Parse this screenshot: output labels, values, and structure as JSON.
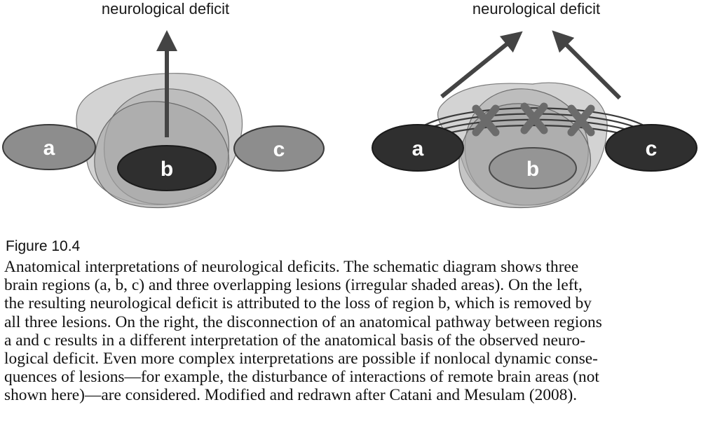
{
  "diagram": {
    "left": {
      "outcome_label": "neurological deficit",
      "regions": {
        "a": "a",
        "b": "b",
        "c": "c"
      }
    },
    "right": {
      "outcome_label": "neurological deficit",
      "regions": {
        "a": "a",
        "b": "b",
        "c": "c"
      }
    },
    "colors": {
      "lesion_fill": "#b8b8b8",
      "region_light": "#8d8d8d",
      "region_dark": "#2f2f2f",
      "arrow": "#444444",
      "cross": "#6b6b6b"
    }
  },
  "caption": {
    "figure_number": "Figure 10.4",
    "lines": [
      "Anatomical interpretations of neurological deficits. The schematic diagram shows three",
      "brain regions (a, b, c) and three overlapping lesions (irregular shaded areas). On the left,",
      "the resulting neurological deficit is attributed to the loss of region b, which is removed by",
      "all three lesions. On the right, the disconnection of an anatomical pathway between regions",
      "a and c results in a different interpretation of the anatomical basis of the observed neuro-",
      "logical deficit. Even more complex interpretations are possible if nonlocal dynamic conse-",
      "quences of lesions—for example, the disturbance of interactions of remote brain areas (not",
      "shown here)—are considered. Modified and redrawn after Catani and Mesulam (2008)."
    ]
  }
}
